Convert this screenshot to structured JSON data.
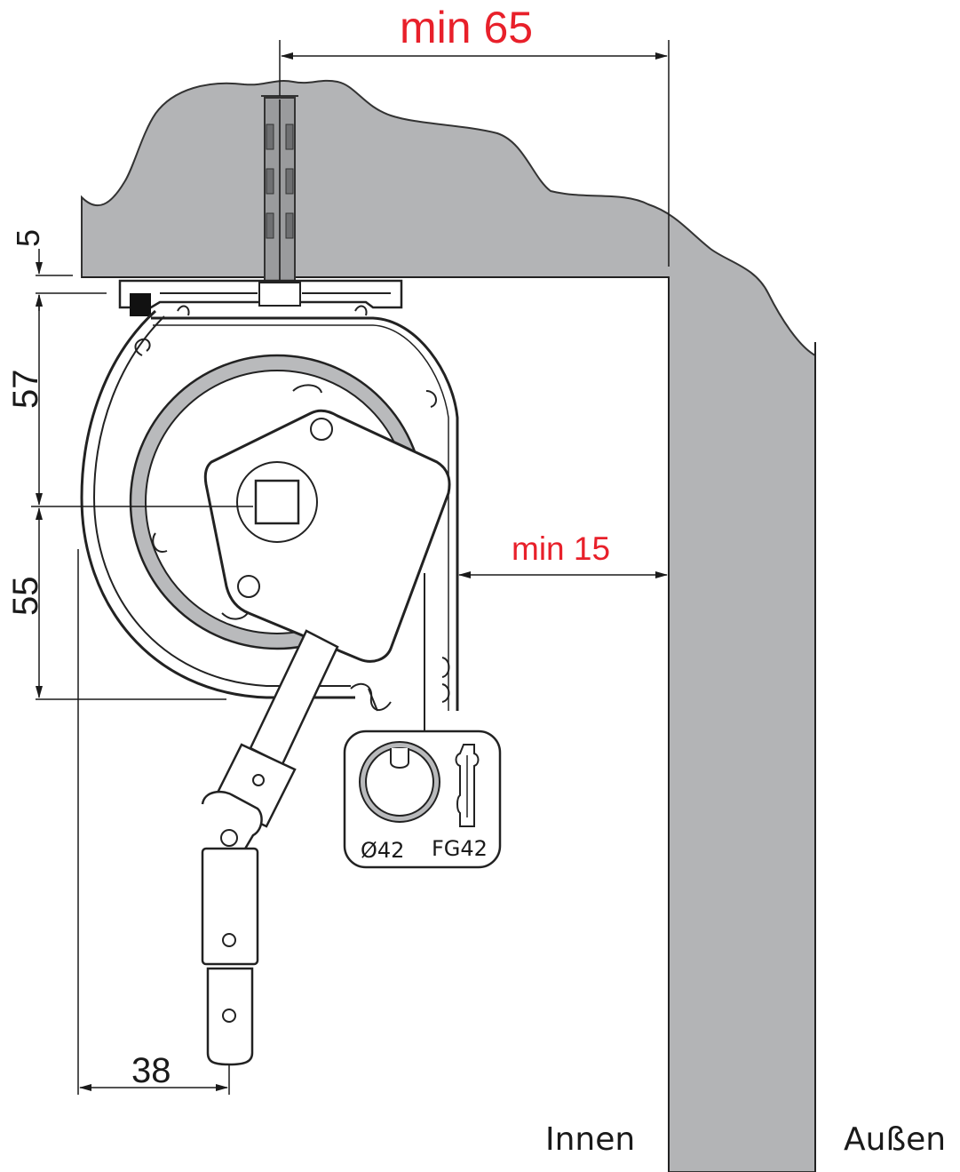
{
  "dimensions": {
    "min_top": "min 65",
    "min_side": "min 15",
    "gap_top": "5",
    "upper_height": "57",
    "lower_height": "55",
    "crank_offset": "38"
  },
  "inset": {
    "tube_label": "Ø42",
    "profile_label": "FG42"
  },
  "sides": {
    "inside": "Innen",
    "outside": "Außen"
  },
  "colors": {
    "wall": "#b3b4b6",
    "metal_fill": "#ffffff",
    "ring": "#b9babc",
    "dim_red": "#e8202a",
    "line": "#1a1a1a"
  }
}
